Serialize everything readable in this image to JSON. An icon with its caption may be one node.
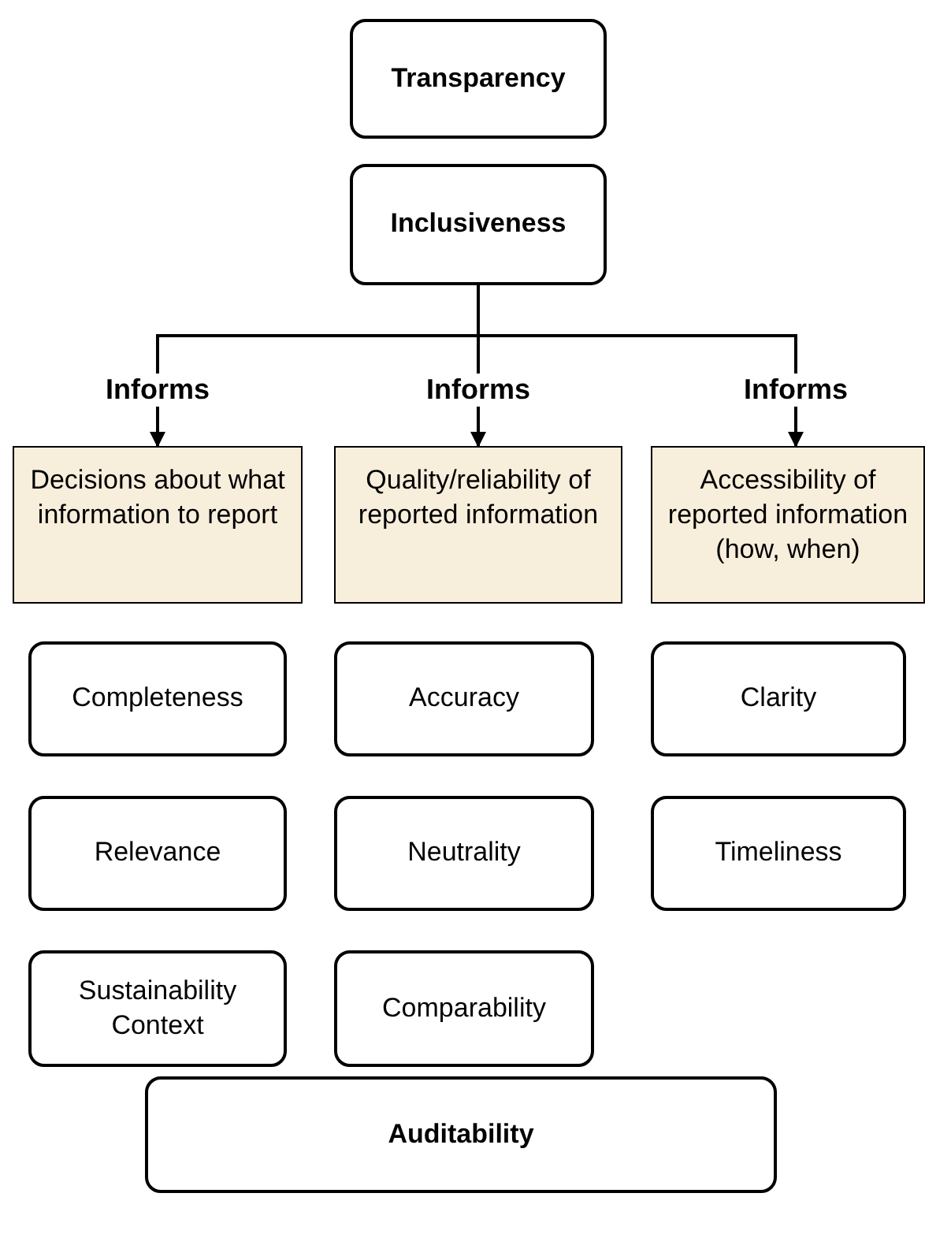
{
  "diagram": {
    "nodes": [
      {
        "text": [
          "Transparency"
        ]
      },
      {
        "text": [
          "Inclusiveness"
        ]
      },
      {
        "text": [
          "Decisions about what information to report"
        ]
      },
      {
        "text": [
          "Quality/reliability of reported information"
        ]
      },
      {
        "text": [
          "Accessibility of reported information (how, when)"
        ]
      },
      {
        "text": [
          "Completeness"
        ]
      },
      {
        "text": [
          "Accuracy"
        ]
      },
      {
        "text": [
          "Clarity"
        ]
      },
      {
        "text": [
          "Relevance"
        ]
      },
      {
        "text": [
          "Neutrality"
        ]
      },
      {
        "text": [
          "Timeliness"
        ]
      },
      {
        "text": [
          "Sustainability Context"
        ]
      },
      {
        "text": [
          "Comparability"
        ]
      },
      {
        "text": [
          "Auditability"
        ]
      }
    ],
    "edges": [
      {
        "from": 1,
        "to": 2,
        "arrow": "to",
        "label": "Informs"
      },
      {
        "from": 1,
        "to": 3,
        "arrow": "to",
        "label": "Informs"
      },
      {
        "from": 1,
        "to": 4,
        "arrow": "to",
        "label": "Informs"
      }
    ]
  }
}
